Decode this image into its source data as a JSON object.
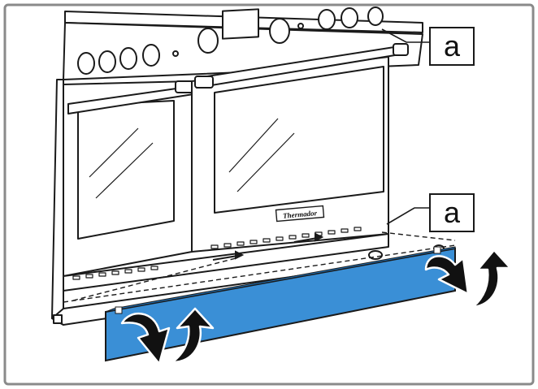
{
  "callouts": {
    "top_label": "a",
    "bottom_label": "a"
  },
  "oven_badge": "Thermador",
  "colors": {
    "line": "#1a1a1a",
    "toe_kick": "#3a8fd6",
    "arrow": "#111111",
    "frame": "#8a8a8a"
  },
  "icons": [
    "rotate-down-arrow-icon",
    "rotate-up-arrow-icon"
  ]
}
